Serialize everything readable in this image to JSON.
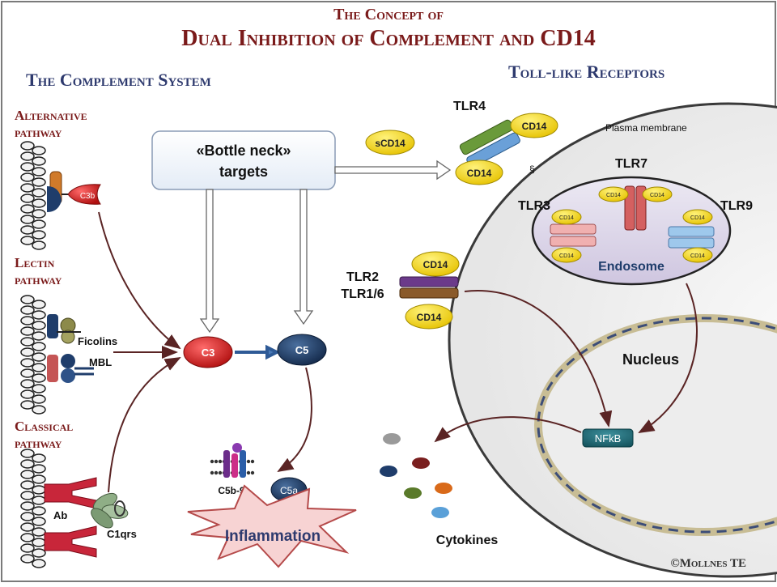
{
  "title": {
    "line1": "The Concept of",
    "line2": "Dual Inhibition of Complement and CD14"
  },
  "sections": {
    "complement": "The Complement System",
    "tlr": "Toll-like Receptors"
  },
  "pathways": {
    "alternative": [
      "Alternative",
      "pathway"
    ],
    "lectin": [
      "Lectin",
      "pathway"
    ],
    "classical": [
      "Classical",
      "pathway"
    ]
  },
  "labels": {
    "c3b": "C3b",
    "ficolins": "Ficolins",
    "mbl": "MBL",
    "ab": "Ab",
    "c1qrs": "C1qrs",
    "bottleneck_1": "«Bottle neck»",
    "bottleneck_2": "targets",
    "c3": "C3",
    "c5": "C5",
    "c5b9": "C5b-9",
    "c5a": "C5a",
    "inflammation": "Inflammation",
    "cytokines": "Cytokines",
    "scd14": "sCD14",
    "cd14": "CD14",
    "tlr4": "TLR4",
    "tlr2": "TLR2",
    "tlr16": "TLR1/6",
    "tlr7": "TLR7",
    "tlr3": "TLR3",
    "tlr9": "TLR9",
    "plasma_membrane": "Plasma membrane",
    "endosome": "Endosome",
    "nucleus": "Nucleus",
    "nfkb": "NFkB",
    "copyright": "©Mollnes TE"
  },
  "colors": {
    "title": "#7a1a1a",
    "section": "#2e3a6e",
    "c3": "#cc1f1f",
    "c5": "#1f3d6b",
    "cd14": "#f5d800",
    "nfkb": "#1f6b78"
  }
}
